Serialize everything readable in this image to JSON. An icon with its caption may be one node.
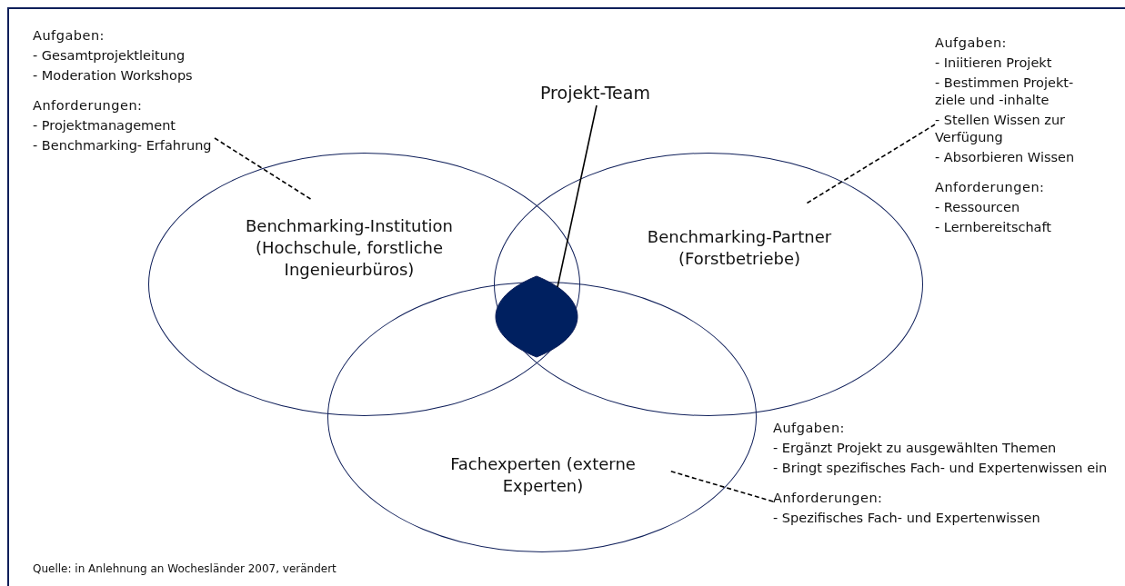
{
  "diagram": {
    "nodes": [
      {
        "text": [
          "Benchmarking-Institution (Hochschule, forstliche Ingenieurbüros)"
        ]
      },
      {
        "text": [
          "Benchmarking-Partner (Forstbetriebe)"
        ]
      },
      {
        "text": [
          "Fachexperten (externe Experten)"
        ]
      },
      {
        "text": [],
        "shape": "lens"
      },
      {
        "text": [
          "Projekt-Team"
        ]
      },
      {
        "text": [
          "Aufgaben:",
          "- Gesamtprojektleitung",
          "- Moderation Workshops",
          "Anforderungen:",
          "- Projektmanagement",
          "- Benchmarking- Erfahrung"
        ]
      },
      {
        "text": [
          "Aufgaben:",
          "- Iniitieren Projekt",
          "- Bestimmen Projekt- ziele und -inhalte",
          "- Stellen Wissen zur Verfügung",
          "- Absorbieren Wissen",
          "Anforderungen:",
          "- Ressourcen",
          "- Lernbereitschaft"
        ]
      },
      {
        "text": [
          "Aufgaben:",
          "- Ergänzt Projekt zu ausgewählten Themen",
          "- Bringt spezifisches Fach- und Expertenwissen ein",
          "Anforderungen:",
          "- Spezifisches Fach- und Expertenwissen"
        ]
      }
    ],
    "edges": [
      {
        "from": 4,
        "to": 3,
        "arrow": "none"
      },
      {
        "from": 5,
        "to": 0,
        "arrow": "none",
        "style": "dashed"
      },
      {
        "from": 6,
        "to": 1,
        "arrow": "none",
        "style": "dashed"
      },
      {
        "from": 7,
        "to": 2,
        "arrow": "none",
        "style": "dashed"
      }
    ],
    "labels": [
      "Quelle: in Anlehnung an Wochesländer 2007, verändert"
    ]
  }
}
